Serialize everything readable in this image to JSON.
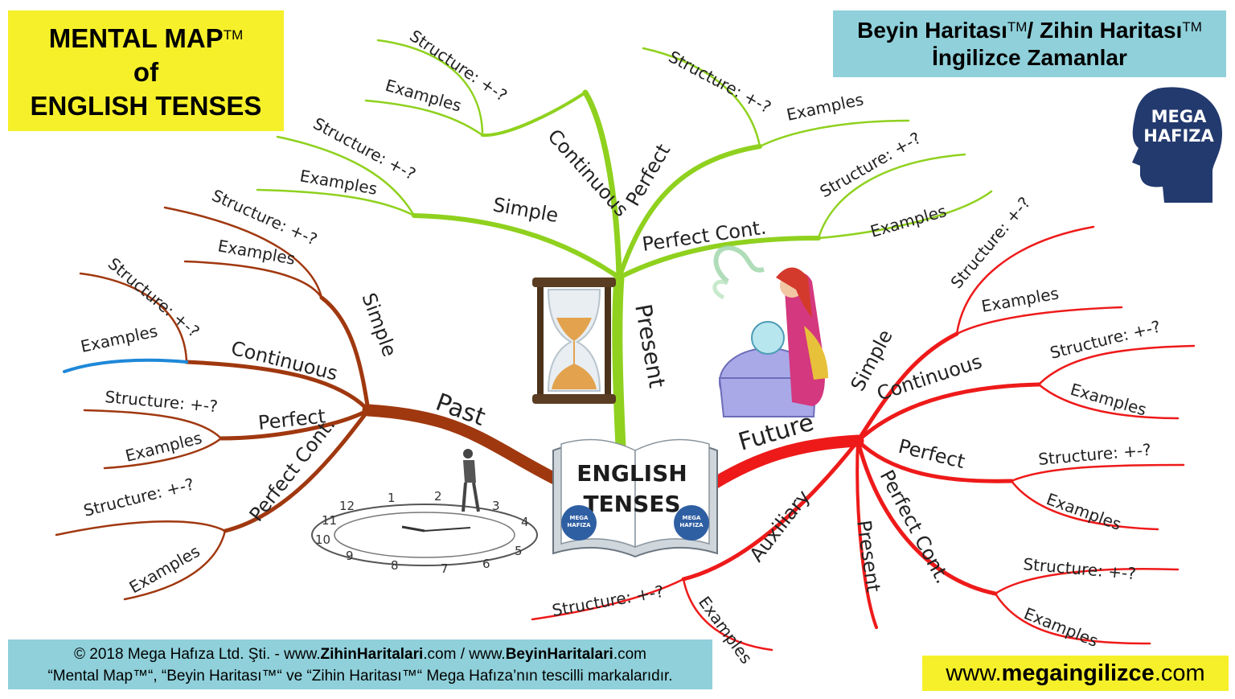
{
  "title_box": {
    "line1": "MENTAL MAP",
    "tm": "TM",
    "line2": "of",
    "line3": "ENGLISH TENSES"
  },
  "top_right_box": {
    "line1a": "Beyin Haritası",
    "tm1": "TM",
    "line1b": "/ Zihin Haritası",
    "tm2": "TM",
    "line2": "İngilizce Zamanlar"
  },
  "logo": {
    "line1": "MEGA",
    "line2": "HAFIZA"
  },
  "footer_left": {
    "line1_a": "© 2018 Mega Hafıza Ltd. Şti. - www.",
    "line1_b": "ZihinHaritalari",
    "line1_c": ".com  / www.",
    "line1_d": "BeyinHaritalari",
    "line1_e": ".com",
    "line2": "“Mental Map™“, “Beyin Haritası™“ ve “Zihin Haritası™“ Mega Hafıza’nın tescilli markalarıdır."
  },
  "footer_right": {
    "a": "www.",
    "b": "megaingilizce",
    "c": ".com"
  },
  "center": {
    "line1": "ENGLISH",
    "line2": "TENSES",
    "badge1": "MEGA",
    "badge2": "HAFIZA"
  },
  "colors": {
    "present": "#8fd11e",
    "past": "#a0380f",
    "future": "#ee1a1a",
    "highlight": "#1e88d8",
    "yellow": "#f6f02a",
    "cyan": "#8fd0da",
    "navy": "#233a6e"
  },
  "branches": {
    "present": {
      "label": "Present",
      "simple": "Simple",
      "continuous": "Continuous",
      "perfect": "Perfect",
      "perfect_cont": "Perfect Cont.",
      "structure": "Structure: +-?",
      "examples": "Examples"
    },
    "past": {
      "label": "Past",
      "simple": "Simple",
      "continuous": "Continuous",
      "perfect": "Perfect",
      "perfect_cont": "Perfect Cont.",
      "structure": "Structure: +-?",
      "examples": "Examples"
    },
    "future": {
      "label": "Future",
      "simple": "Simple",
      "continuous": "Continuous",
      "perfect": "Perfect",
      "perfect_cont": "Perfect Cont.",
      "present": "Present",
      "auxiliary": "Auxiliary",
      "structure": "Structure: +-?",
      "examples": "Examples"
    }
  },
  "clock_numbers": [
    "12",
    "1",
    "2",
    "3",
    "4",
    "5",
    "6",
    "7",
    "8",
    "9",
    "10",
    "11"
  ]
}
